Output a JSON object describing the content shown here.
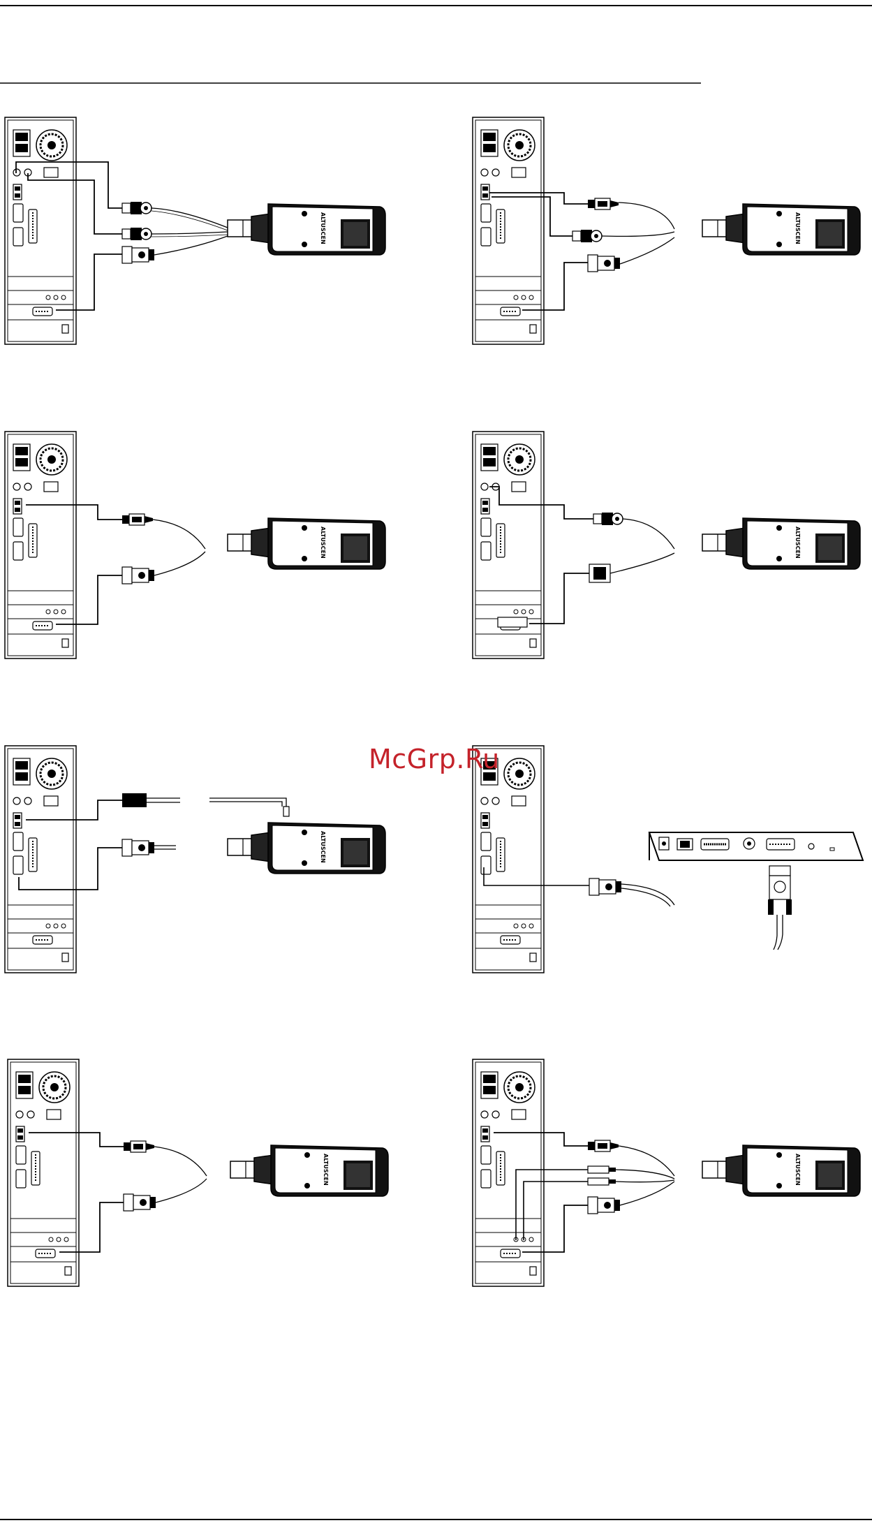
{
  "watermark": "McGrp.Ru",
  "adapter_brand": "ALTUSCEN",
  "colors": {
    "line": "#000000",
    "watermark": "#c4222a",
    "adapter_body": "#111111",
    "background": "#ffffff"
  },
  "diagrams": [
    {
      "id": "ps2",
      "connectors": [
        "ps2-keyboard",
        "ps2-mouse",
        "vga"
      ],
      "device": "adapter-cable"
    },
    {
      "id": "usb-ps2-mix",
      "connectors": [
        "usb",
        "ps2-mouse",
        "vga"
      ],
      "device": "adapter-cable"
    },
    {
      "id": "usb",
      "connectors": [
        "usb",
        "vga"
      ],
      "device": "adapter-cable"
    },
    {
      "id": "ps2-dvi",
      "connectors": [
        "ps2",
        "dvi"
      ],
      "device": "adapter-cable"
    },
    {
      "id": "usb-aux-power",
      "connectors": [
        "usb",
        "vga",
        "aux-usb-power"
      ],
      "device": "adapter-cable"
    },
    {
      "id": "serial",
      "connectors": [
        "serial"
      ],
      "device": "kvm-switch"
    },
    {
      "id": "usb-2",
      "connectors": [
        "usb",
        "vga"
      ],
      "device": "adapter-cable"
    },
    {
      "id": "usb-audio",
      "connectors": [
        "usb",
        "speaker",
        "microphone",
        "vga"
      ],
      "device": "adapter-cable"
    }
  ]
}
